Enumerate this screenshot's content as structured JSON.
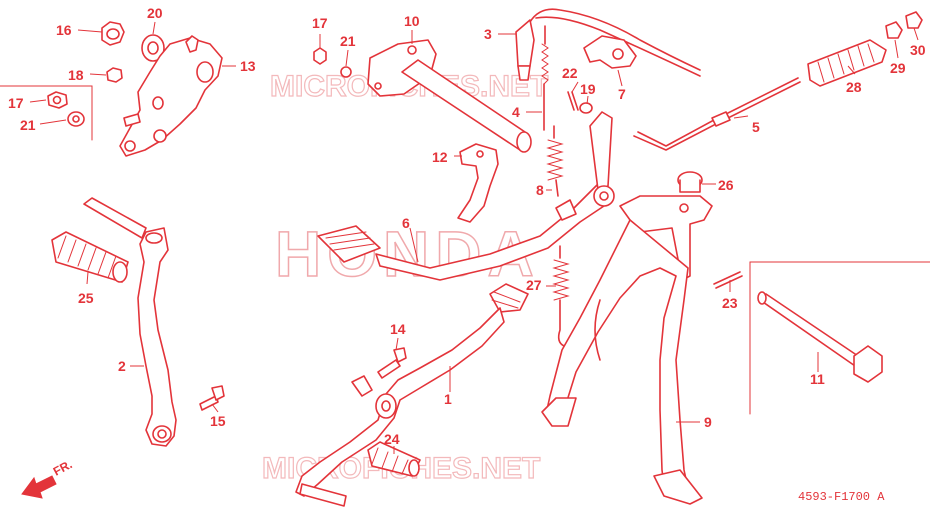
{
  "diagram_code": "4593-F1700 A",
  "direction_label": "FR.",
  "watermark_top": "MICROFICHES.NET",
  "watermark_bottom": "MICROFICHES.NET",
  "brand_watermark": "HONDA",
  "color": "#e3343a",
  "callouts": {
    "n1": "1",
    "n2": "2",
    "n3": "3",
    "n4": "4",
    "n5": "5",
    "n6": "6",
    "n7": "7",
    "n8": "8",
    "n9": "9",
    "n10": "10",
    "n11": "11",
    "n12": "12",
    "n13": "13",
    "n14": "14",
    "n15": "15",
    "n16": "16",
    "n17a": "17",
    "n17b": "17",
    "n18": "18",
    "n19": "19",
    "n20": "20",
    "n21a": "21",
    "n21b": "21",
    "n22": "22",
    "n23": "23",
    "n24": "24",
    "n25": "25",
    "n26": "26",
    "n27": "27",
    "n28": "28",
    "n29": "29",
    "n30": "30"
  }
}
